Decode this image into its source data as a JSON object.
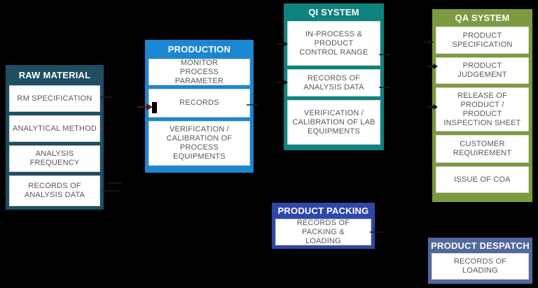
{
  "page": {
    "background": "#000000"
  },
  "palette": {
    "item_bg": "#FFFFFF",
    "item_border": "#D6D6D6",
    "item_text": "#595959",
    "header_text": "#FFFFFF",
    "connector": "#1E1E1E",
    "arrowhead": "#111111",
    "accent_arrowhead": "#5A1A1A"
  },
  "columns": [
    {
      "id": "raw-material",
      "title": "RAW MATERIAL",
      "color": "#1F4E63",
      "items": [
        "RM SPECIFICATION",
        "ANALYTICAL METHOD",
        "ANALYSIS FREQUENCY",
        "RECORDS OF ANALYSIS DATA"
      ]
    },
    {
      "id": "production",
      "title": "PRODUCTION",
      "color": "#1B86D3",
      "items": [
        "MONITOR PROCESS PARAMETER",
        "RECORDS",
        "VERIFICATION / CALIBRATION OF PROCESS EQUIPMENTS"
      ]
    },
    {
      "id": "qi-system",
      "title": "QI SYSTEM",
      "color": "#0F837D",
      "items": [
        "IN-PROCESS & PRODUCT CONTROL RANGE",
        "RECORDS OF ANALYSIS DATA",
        "VERIFICATION / CALIBRATION OF LAB EQUIPMENTS"
      ]
    },
    {
      "id": "qa-system",
      "title": "QA SYSTEM",
      "color": "#7C9A40",
      "items": [
        "PRODUCT SPECIFICATION",
        "PRODUCT JUDGEMENT",
        "RELEASE OF PRODUCT / PRODUCT INSPECTION SHEET",
        "CUSTOMER REQUIREMENT",
        "ISSUE OF COA"
      ]
    },
    {
      "id": "product-packing",
      "title": "PRODUCT PACKING",
      "color": "#2F47A8",
      "items": [
        "RECORDS OF PACKING & LOADING"
      ]
    },
    {
      "id": "product-despatch",
      "title": "PRODUCT DESPATCH",
      "color": "#51689C",
      "items": [
        "RECORDS OF LOADING"
      ]
    }
  ],
  "connections": [
    {
      "from": "RM SPECIFICATION",
      "to": "RECORDS"
    },
    {
      "from": "RECORDS OF ANALYSIS DATA (RAW MATERIAL)",
      "to": "QI SYSTEM"
    },
    {
      "from": "RECORDS (PRODUCTION)",
      "to": "IN-PROCESS & PRODUCT CONTROL RANGE"
    },
    {
      "from": "RECORDS (PRODUCTION)",
      "to": "RECORDS OF ANALYSIS DATA (QI SYSTEM)"
    },
    {
      "from": "IN-PROCESS & PRODUCT CONTROL RANGE",
      "to": "PRODUCT SPECIFICATION"
    },
    {
      "from": "RECORDS OF ANALYSIS DATA (QI SYSTEM)",
      "to": "PRODUCT JUDGEMENT"
    },
    {
      "from": "RECORDS OF ANALYSIS DATA (QI SYSTEM)",
      "to": "RELEASE OF PRODUCT / PRODUCT INSPECTION SHEET"
    },
    {
      "from": "RECORDS OF PACKING & LOADING",
      "to": "RECORDS OF LOADING"
    }
  ]
}
